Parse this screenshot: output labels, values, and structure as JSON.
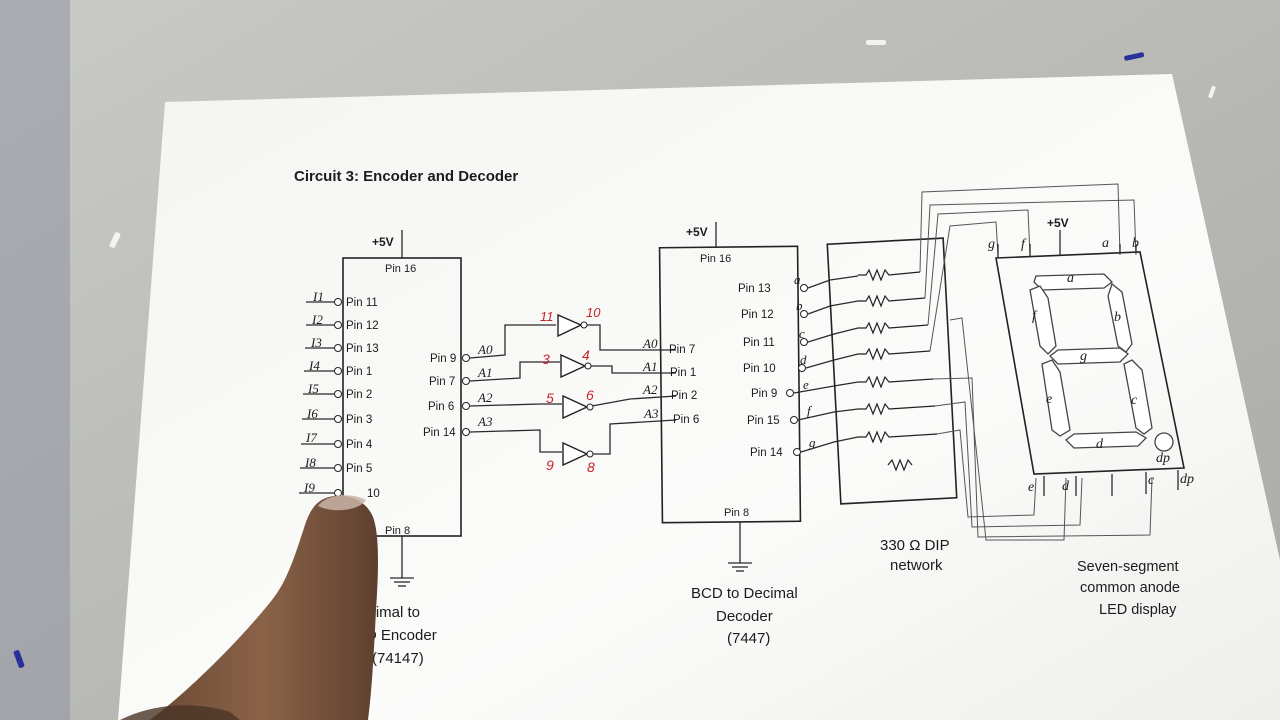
{
  "title": "Circuit 3: Encoder and Decoder",
  "supply": "+5V",
  "encoder": {
    "pin_top": "Pin 16",
    "pin_bottom": "Pin 8",
    "inputs": [
      {
        "sig": "I1",
        "pin": "Pin 11"
      },
      {
        "sig": "I2",
        "pin": "Pin 12"
      },
      {
        "sig": "I3",
        "pin": "Pin 13"
      },
      {
        "sig": "I4",
        "pin": "Pin 1"
      },
      {
        "sig": "I5",
        "pin": "Pin 2"
      },
      {
        "sig": "I6",
        "pin": "Pin 3"
      },
      {
        "sig": "I7",
        "pin": "Pin 4"
      },
      {
        "sig": "I8",
        "pin": "Pin 5"
      },
      {
        "sig": "I9",
        "pin": "10"
      }
    ],
    "outputs": [
      {
        "pin": "Pin 9",
        "sig": "A0"
      },
      {
        "pin": "Pin 7",
        "sig": "A1"
      },
      {
        "pin": "Pin 6",
        "sig": "A2"
      },
      {
        "pin": "Pin 14",
        "sig": "A3"
      }
    ],
    "caption": [
      "ecimal to",
      "CD Encoder",
      "(74147)"
    ]
  },
  "inverters": [
    {
      "in": "11",
      "out": "10"
    },
    {
      "in": "3",
      "out": "4"
    },
    {
      "in": "5",
      "out": "6"
    },
    {
      "in": "9",
      "out": "8"
    }
  ],
  "decoder": {
    "pin_top": "Pin 16",
    "pin_bottom": "Pin 8",
    "inputs": [
      {
        "sig": "A0",
        "pin": "Pin 7"
      },
      {
        "sig": "A1",
        "pin": "Pin 1"
      },
      {
        "sig": "A2",
        "pin": "Pin 2"
      },
      {
        "sig": "A3",
        "pin": "Pin 6"
      }
    ],
    "outputs": [
      {
        "pin": "Pin 13",
        "seg": "a"
      },
      {
        "pin": "Pin 12",
        "seg": "b"
      },
      {
        "pin": "Pin 11",
        "seg": "c"
      },
      {
        "pin": "Pin 10",
        "seg": "d"
      },
      {
        "pin": "Pin 9",
        "seg": "e"
      },
      {
        "pin": "Pin 15",
        "seg": "f"
      },
      {
        "pin": "Pin 14",
        "seg": "g"
      }
    ],
    "caption": [
      "BCD to Decimal",
      "Decoder",
      "(7447)"
    ]
  },
  "resistor_network": {
    "caption": [
      "330 Ω DIP",
      "network"
    ]
  },
  "display": {
    "top_labels": [
      "g",
      "f",
      "+5V",
      "a",
      "b"
    ],
    "bottom_labels": [
      "e",
      "d",
      "c",
      "dp"
    ],
    "segment_labels": {
      "a": "a",
      "b": "b",
      "c": "c",
      "d": "d",
      "e": "e",
      "f": "f",
      "g": "g",
      "dp": "dp"
    },
    "caption": [
      "Seven-segment",
      "common anode",
      "LED display"
    ]
  }
}
